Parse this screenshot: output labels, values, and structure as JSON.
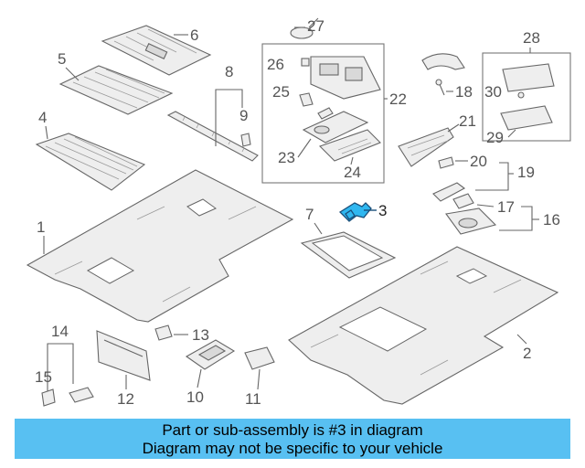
{
  "callouts": {
    "c1": "1",
    "c2": "2",
    "c3": "3",
    "c4": "4",
    "c5": "5",
    "c6": "6",
    "c7": "7",
    "c8": "8",
    "c9": "9",
    "c10": "10",
    "c11": "11",
    "c12": "12",
    "c13": "13",
    "c14": "14",
    "c15": "15",
    "c16": "16",
    "c17": "17",
    "c18": "18",
    "c19": "19",
    "c20": "20",
    "c21": "21",
    "c22": "22",
    "c23": "23",
    "c24": "24",
    "c25": "25",
    "c26": "26",
    "c27": "27",
    "c28": "28",
    "c29": "29",
    "c30": "30"
  },
  "highlight": {
    "part_number": "3",
    "color": "#2fb7f0"
  },
  "banner": {
    "line1": "Part or sub-assembly is #3 in diagram",
    "line2": "Diagram may not be specific to your vehicle",
    "background": "#58c0f2"
  }
}
